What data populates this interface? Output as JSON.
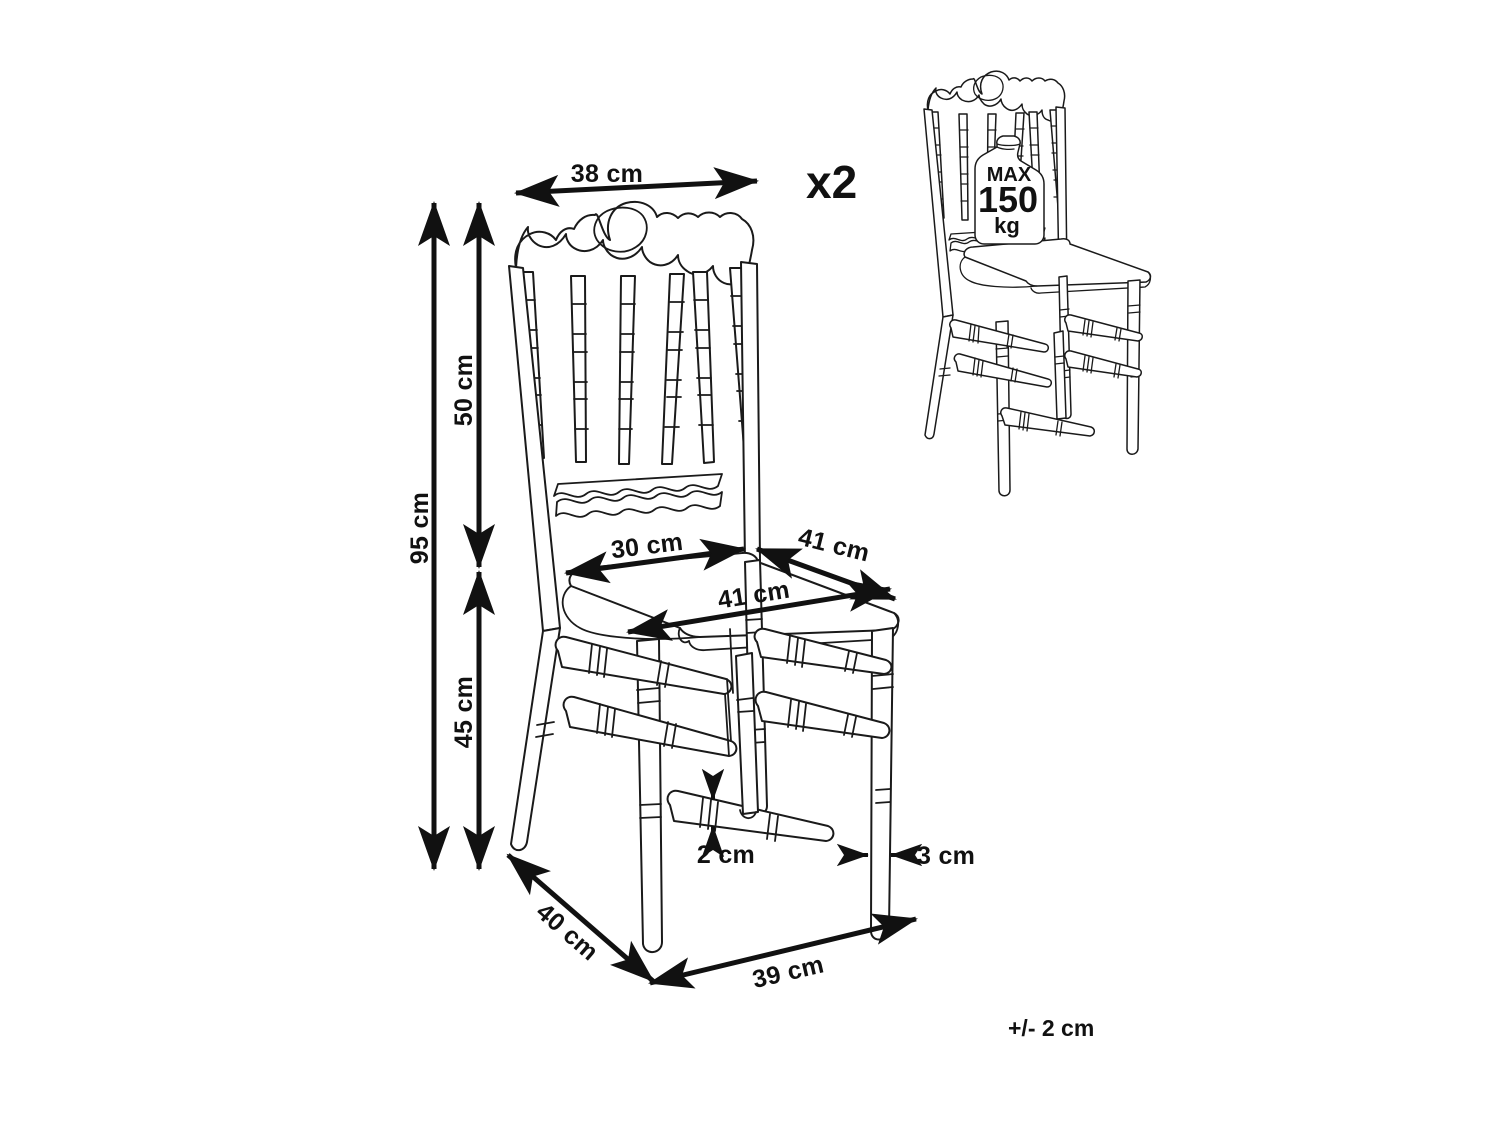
{
  "document": {
    "type": "product-dimension-drawing",
    "subject": "banquet chair",
    "background_color": "#ffffff",
    "line_color": "#1a1a1a",
    "text_color": "#111111"
  },
  "quantity_badge": {
    "label": "x2"
  },
  "tolerance_note": {
    "label": "+/- 2 cm"
  },
  "max_load": {
    "prefix": "MAX",
    "value": "150",
    "unit": "kg"
  },
  "dimensions": {
    "back_width": {
      "label": "38 cm",
      "value": 38,
      "unit": "cm",
      "orientation": "horizontal",
      "measures": "backrest-width"
    },
    "total_height": {
      "label": "95 cm",
      "value": 95,
      "unit": "cm",
      "orientation": "vertical",
      "measures": "overall-height"
    },
    "back_height": {
      "label": "50 cm",
      "value": 50,
      "unit": "cm",
      "orientation": "vertical",
      "measures": "backrest-height-above-seat"
    },
    "seat_height": {
      "label": "45 cm",
      "value": 45,
      "unit": "cm",
      "orientation": "vertical",
      "measures": "seat-height-from-floor"
    },
    "seat_back_width": {
      "label": "30 cm",
      "value": 30,
      "unit": "cm",
      "orientation": "diagonal",
      "measures": "seat-rear-edge-width"
    },
    "seat_side_depth": {
      "label": "41 cm",
      "value": 41,
      "unit": "cm",
      "orientation": "diagonal",
      "measures": "seat-side-depth"
    },
    "seat_front_width": {
      "label": "41 cm",
      "value": 41,
      "unit": "cm",
      "orientation": "diagonal",
      "measures": "seat-front-edge-width"
    },
    "stretcher_thickness": {
      "label": "2 cm",
      "value": 2,
      "unit": "cm",
      "orientation": "vertical",
      "measures": "stretcher-bar-thickness"
    },
    "leg_thickness": {
      "label": "3 cm",
      "value": 3,
      "unit": "cm",
      "orientation": "horizontal",
      "measures": "leg-thickness"
    },
    "base_depth": {
      "label": "40 cm",
      "value": 40,
      "unit": "cm",
      "orientation": "diagonal",
      "measures": "floor-footprint-depth"
    },
    "base_width": {
      "label": "39 cm",
      "value": 39,
      "unit": "cm",
      "orientation": "diagonal",
      "measures": "floor-footprint-width"
    }
  }
}
